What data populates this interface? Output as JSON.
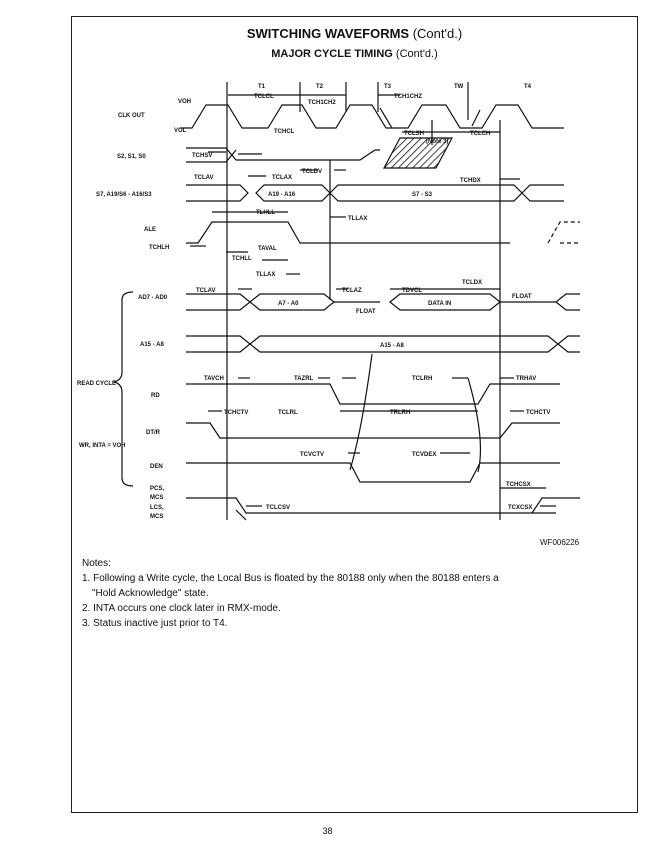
{
  "header": {
    "title": "SWITCHING WAVEFORMS",
    "title_suffix": "(Cont'd.)",
    "subtitle": "MAJOR CYCLE TIMING",
    "subtitle_suffix": "(Cont'd.)"
  },
  "states": [
    "T1",
    "T2",
    "T3",
    "TW",
    "T4"
  ],
  "signals": {
    "clk": "CLK OUT",
    "status": "S2, S1, S0",
    "addr_status": "S7, A19/S6 - A16/S3",
    "ale": "ALE",
    "ad": "AD7 - AD0",
    "a15": "A15 - A8",
    "read_cycle": "READ CYCLE",
    "rd": "RD",
    "dtr": "DT/R",
    "wr_inta": "WR, INTA = VOH",
    "den": "DEN",
    "pcs": "PCS,",
    "mcs": "MCS",
    "lcs": "LCS,",
    "umcs": "MCS"
  },
  "levels": {
    "voh": "VOH",
    "vol": "VOL"
  },
  "bus_labels": {
    "addr_hi": "A19 - A16",
    "s7_s3": "S7 - S3",
    "a7_a0": "A7 - A0",
    "float1": "FLOAT",
    "data_in": "DATA IN",
    "float2": "FLOAT",
    "a15_a8": "A15 - A8"
  },
  "timings": {
    "tclcl": "TCLCL",
    "tch1ch2": "TCH1CH2",
    "tch1chz": "TCH1CHZ",
    "tchcl": "TCHCL",
    "tclsh": "TCLSH",
    "note3": "(Note 3)",
    "tclch": "TCLCH",
    "tchsv": "TCHSV",
    "tclav": "TCLAV",
    "tclax": "TCLAX",
    "tcldv": "TCLDV",
    "tchdx": "TCHDX",
    "tlhll": "TLHLL",
    "tllax": "TLLAX",
    "tchlh": "TCHLH",
    "taval": "TAVAL",
    "tchll": "TCHLL",
    "tllax2": "TLLAX",
    "tclav2": "TCLAV",
    "tclaz": "TCLAZ",
    "tdvcl": "TDVCL",
    "tcldx": "TCLDX",
    "tavch": "TAVCH",
    "tazrl": "TAZRL",
    "tclrh": "TCLRH",
    "trhav": "TRHAV",
    "tchctv": "TCHCTV",
    "tclrl": "TCLRL",
    "trlrh": "TRLRH",
    "tchctv2": "TCHCTV",
    "tcvctv": "TCVCTV",
    "tcvdex": "TCVDEX",
    "tchcsx": "TCHCSX",
    "tclcsv": "TCLCSV",
    "tcxcsx": "TCXCSX"
  },
  "figure_ref": "WF006226",
  "notes": {
    "heading": "Notes:",
    "items": [
      "1. Following a Write cycle, the Local Bus is floated by the 80188 only when the 80188 enters a \"Hold Acknowledge\" state.",
      "2. INTA occurs one clock later in RMX-mode.",
      "3. Status inactive just prior to T4."
    ]
  },
  "page_number": "38"
}
